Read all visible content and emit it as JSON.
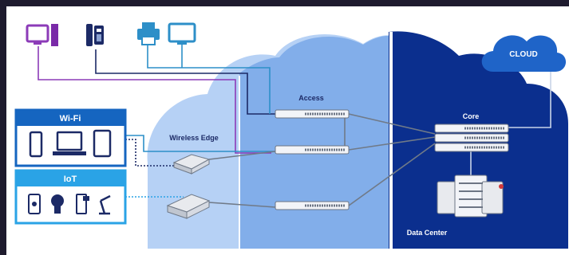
{
  "zones": {
    "wireless_edge": "Wireless Edge",
    "access": "Access",
    "core": "Core",
    "data_center": "Data Center",
    "cloud": "CLOUD"
  },
  "groups": {
    "wifi": {
      "title": "Wi-Fi",
      "devices": [
        "phone-icon",
        "laptop-icon",
        "tablet-icon"
      ]
    },
    "iot": {
      "title": "IoT",
      "devices": [
        "thermostat-icon",
        "bulb-icon",
        "scanner-icon",
        "robot-arm-icon"
      ]
    }
  },
  "top_devices": [
    "desktop-pc-icon",
    "ip-phone-icon",
    "printer-icon",
    "monitor-icon"
  ],
  "colors": {
    "background": "#1e1b2e",
    "light_blue_cloud": "#a9c8f3",
    "access_band": "#7ba7e6",
    "dark_cloud": "#0a2f8c",
    "brand_blue": "#1565c0",
    "iot_blue": "#2aa3e6",
    "link_purple": "#8c3bb8",
    "link_teal": "#2d8fc8",
    "link_gray": "#707a88"
  }
}
